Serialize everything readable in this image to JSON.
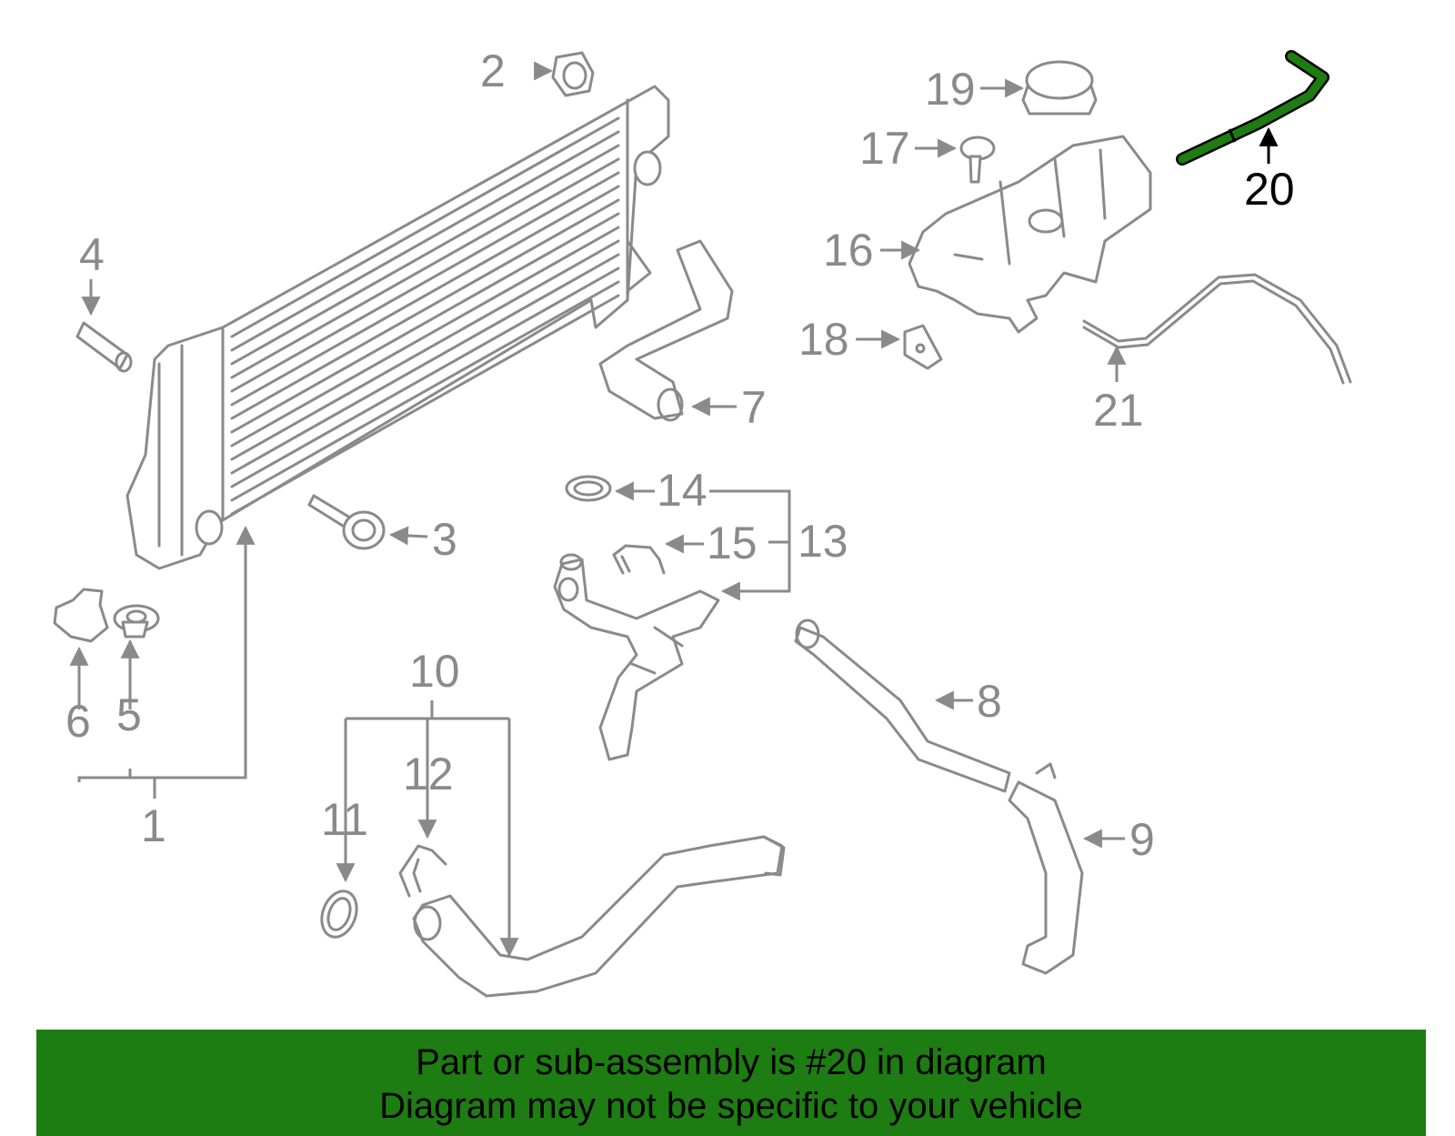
{
  "highlight_color": "#1e7d12",
  "highlight_part": "20",
  "callouts": {
    "c1": "1",
    "c2": "2",
    "c3": "3",
    "c4": "4",
    "c5": "5",
    "c6": "6",
    "c7": "7",
    "c8": "8",
    "c9": "9",
    "c10": "10",
    "c11": "11",
    "c12": "12",
    "c13": "13",
    "c14": "14",
    "c15": "15",
    "c16": "16",
    "c17": "17",
    "c18": "18",
    "c19": "19",
    "c20": "20",
    "c21": "21"
  },
  "banner": {
    "line1": "Part or sub-assembly is #20 in diagram",
    "line2": "Diagram may not be specific to your vehicle"
  }
}
